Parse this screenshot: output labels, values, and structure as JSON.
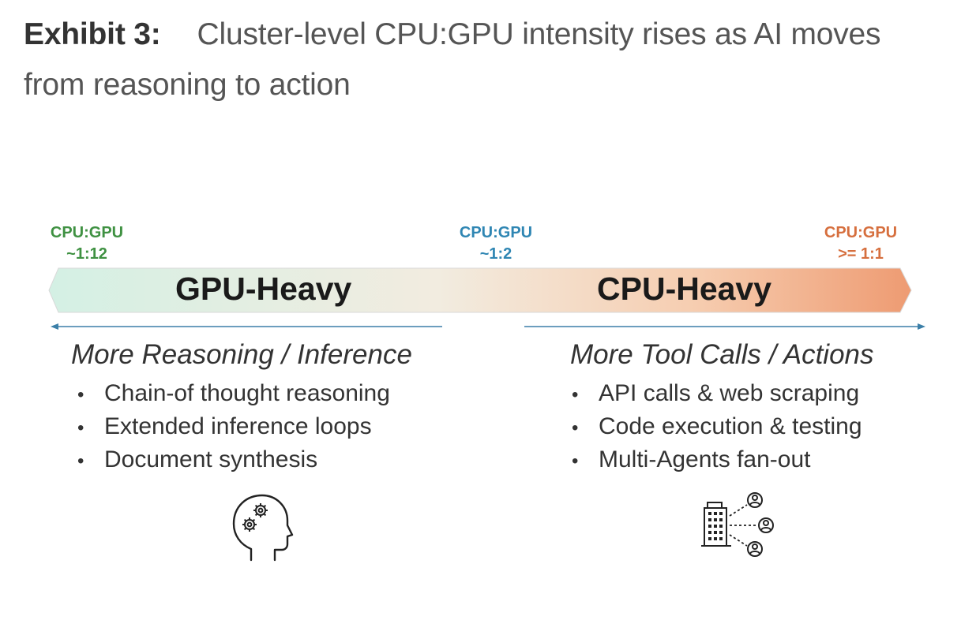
{
  "title": {
    "exhibit": "Exhibit 3:",
    "line1": "Cluster-level CPU:GPU intensity rises as AI moves",
    "line2": "from reasoning to action"
  },
  "ratios": {
    "left": {
      "label": "CPU:GPU",
      "value": "~1:12",
      "color": "#3f9142"
    },
    "mid": {
      "label": "CPU:GPU",
      "value": "~1:2",
      "color": "#2f86b3"
    },
    "right": {
      "label": "CPU:GPU",
      "value": ">= 1:1",
      "color": "#d66f3e"
    }
  },
  "spectrum": {
    "left_label": "GPU-Heavy",
    "right_label": "CPU-Heavy",
    "gradient": [
      "#d4f0e4",
      "#f2ece0",
      "#f6cdb0",
      "#ee9b72"
    ]
  },
  "columns": {
    "left": {
      "heading": "More Reasoning / Inference",
      "items": [
        "Chain-of thought reasoning",
        "Extended inference loops",
        "Document synthesis"
      ],
      "icon": "head-gears-icon"
    },
    "right": {
      "heading": "More Tool Calls / Actions",
      "items": [
        "API calls & web scraping",
        "Code execution & testing",
        "Multi-Agents fan-out"
      ],
      "icon": "building-agents-icon"
    }
  }
}
